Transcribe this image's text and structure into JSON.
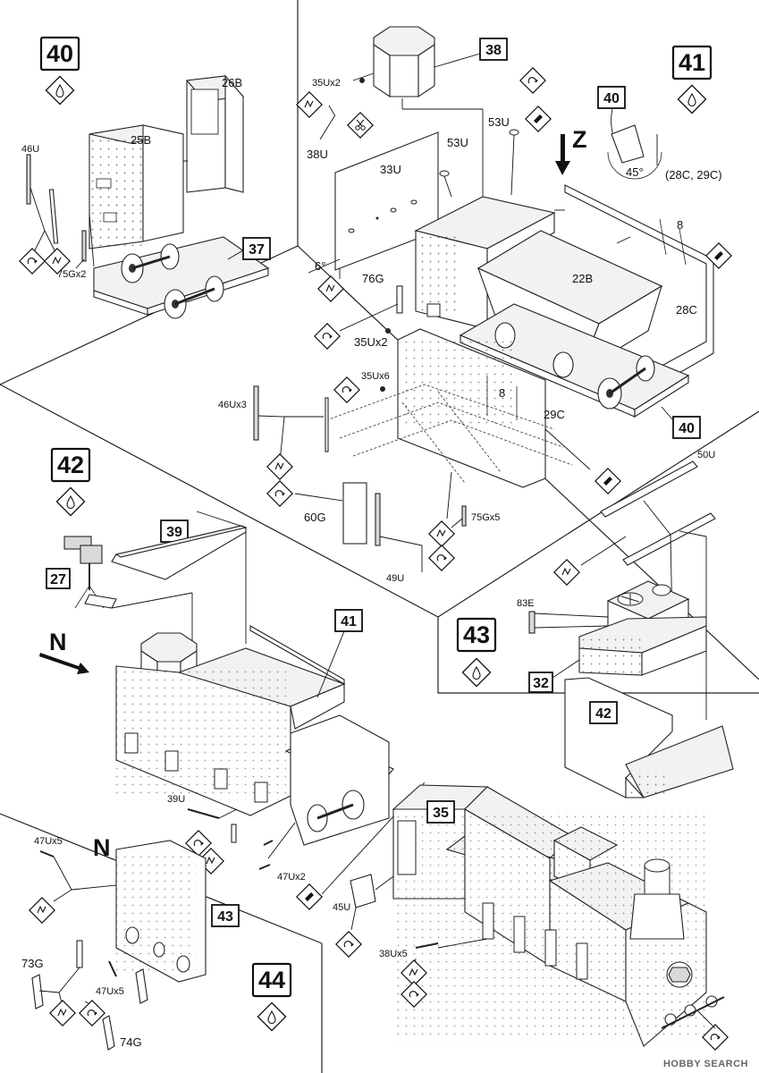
{
  "steps": {
    "s40": {
      "number": "40",
      "icon": "glue-drop-icon"
    },
    "s41": {
      "number": "41",
      "icon": "glue-drop-icon"
    },
    "s42": {
      "number": "42",
      "icon": "glue-drop-icon"
    },
    "s43": {
      "number": "43",
      "icon": "glue-drop-icon"
    },
    "s44": {
      "number": "44",
      "icon": "glue-drop-icon"
    }
  },
  "refs": {
    "r37": "37",
    "r38": "38",
    "r40": "40",
    "r40z": "40",
    "r39": "39",
    "r27": "27",
    "r41": "41",
    "r43": "43",
    "r32": "32",
    "r42": "42",
    "r35": "35",
    "r43b": "43"
  },
  "labels": {
    "p26B": "26B",
    "p25B": "25B",
    "p46U": "46U",
    "p75Gx2": "75Gx2",
    "p35Ux2a": "35Ux2",
    "p38U": "38U",
    "p53Ua": "53U",
    "p53Ub": "53U",
    "p33U": "33U",
    "p6deg": "6°",
    "p76G": "76G",
    "p35Ux2b": "35Ux2",
    "p22B": "22B",
    "p28C": "28C",
    "p35Ux6": "35Ux6",
    "p46Ux3": "46Ux3",
    "p29C": "29C",
    "p8a": "8",
    "p8b": "8",
    "p60G": "60G",
    "p75Gx5": "75Gx5",
    "p49U": "49U",
    "p50U": "50U",
    "p83E": "83E",
    "p39U": "39U",
    "p47Ux2": "47Ux2",
    "p45U": "45U",
    "p38Ux5": "38Ux5",
    "p47Ux5a": "47Ux5",
    "p47Ux5b": "47Ux5",
    "p73G": "73G",
    "p74G": "74G",
    "p45deg": "45°",
    "p28C29C": "(28C, 29C)"
  },
  "view_letters": {
    "z": "Z",
    "n1": "N",
    "n2": "N"
  },
  "watermark": "HOBBY SEARCH"
}
